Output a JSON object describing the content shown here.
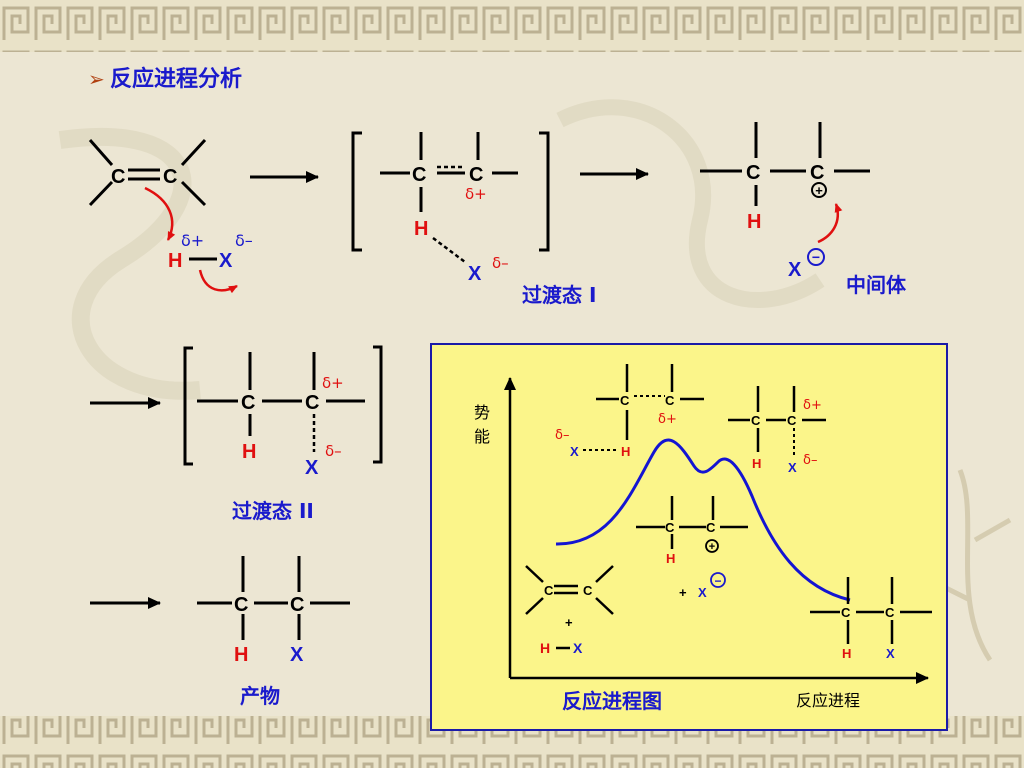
{
  "colors": {
    "accent_blue": "#1a1acc",
    "accent_red": "#e01010",
    "frame_blue": "#1a1aa8",
    "chart_bg": "#fbf58a"
  },
  "heading": {
    "bullet": "➢",
    "text": "反应进程分析"
  },
  "atoms": {
    "carbon": "C",
    "hydrogen": "H",
    "halogen": "X"
  },
  "charges": {
    "delta_plus": "δ+",
    "delta_minus": "δ–",
    "plus": "+",
    "minus": "−"
  },
  "captions": {
    "ts1": "过渡态 I",
    "intermediate": "中间体",
    "ts2": "过渡态 II",
    "product": "产物",
    "chart_title": "反应进程图"
  },
  "chart": {
    "y_label_1": "势",
    "y_label_2": "能",
    "x_label": "反应进程"
  }
}
